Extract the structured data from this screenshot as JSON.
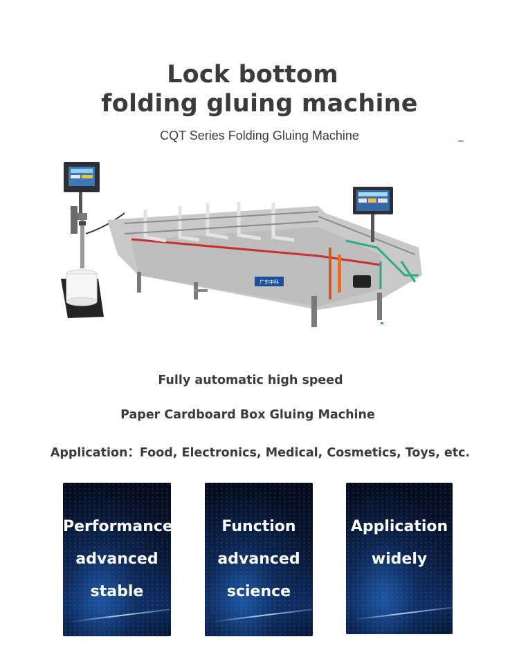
{
  "header": {
    "title_line1": "Lock bottom",
    "title_line2": "folding gluing machine",
    "subtitle": "CQT  Series Folding Gluing Machine"
  },
  "product_image": {
    "panel_brand_text": "广东中科"
  },
  "taglines": {
    "line1": "Fully automatic high speed",
    "line2": "Paper Cardboard Box Gluing Machine",
    "line3": "Application：Food, Electronics, Medical, Cosmetics, Toys, etc."
  },
  "feature_cards": [
    {
      "lines": [
        "Performance",
        "advanced",
        "stable"
      ]
    },
    {
      "lines": [
        "Function",
        "advanced",
        "science"
      ]
    },
    {
      "lines": [
        "Application",
        "widely"
      ]
    }
  ],
  "colors": {
    "text": "#3b3b3b",
    "card_dark": "#0a1a3a",
    "card_glow": "#286ec8",
    "machine_body": "#c8c8c8",
    "machine_stripe": "#d02828",
    "machine_frame": "#2fa88a"
  }
}
